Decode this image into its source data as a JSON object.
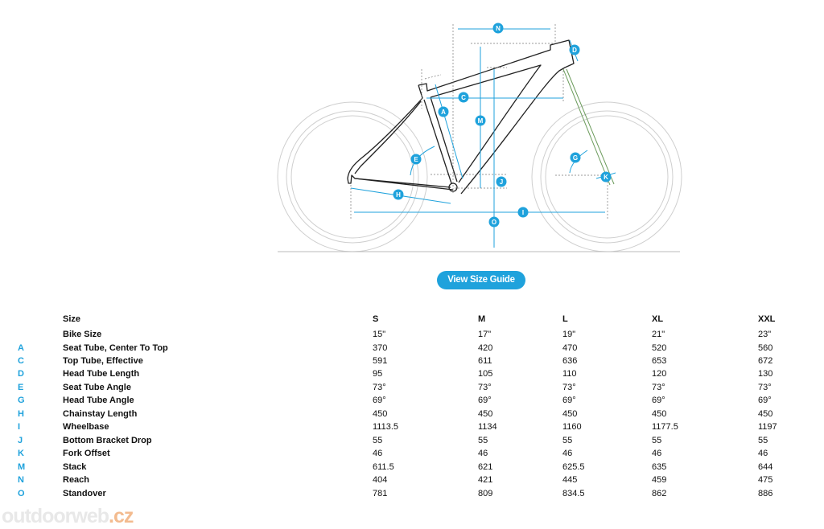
{
  "diagram": {
    "accent_color": "#1fa2dc",
    "markers": [
      "N",
      "D",
      "C",
      "A",
      "M",
      "E",
      "J",
      "H",
      "I",
      "O",
      "G",
      "K"
    ]
  },
  "button": {
    "label": "View Size Guide"
  },
  "table": {
    "header": {
      "label": "Size",
      "sizes": [
        "S",
        "M",
        "L",
        "XL",
        "XXL"
      ]
    },
    "rows": [
      {
        "letter": "",
        "label": "Bike Size",
        "values": [
          "15\"",
          "17\"",
          "19\"",
          "21\"",
          "23\""
        ]
      },
      {
        "letter": "A",
        "label": "Seat Tube, Center To Top",
        "values": [
          "370",
          "420",
          "470",
          "520",
          "560"
        ]
      },
      {
        "letter": "C",
        "label": "Top Tube, Effective",
        "values": [
          "591",
          "611",
          "636",
          "653",
          "672"
        ]
      },
      {
        "letter": "D",
        "label": "Head Tube Length",
        "values": [
          "95",
          "105",
          "110",
          "120",
          "130"
        ]
      },
      {
        "letter": "E",
        "label": "Seat Tube Angle",
        "values": [
          "73°",
          "73°",
          "73°",
          "73°",
          "73°"
        ]
      },
      {
        "letter": "G",
        "label": "Head Tube Angle",
        "values": [
          "69°",
          "69°",
          "69°",
          "69°",
          "69°"
        ]
      },
      {
        "letter": "H",
        "label": "Chainstay Length",
        "values": [
          "450",
          "450",
          "450",
          "450",
          "450"
        ]
      },
      {
        "letter": "I",
        "label": "Wheelbase",
        "values": [
          "1113.5",
          "1134",
          "1160",
          "1177.5",
          "1197"
        ]
      },
      {
        "letter": "J",
        "label": "Bottom Bracket Drop",
        "values": [
          "55",
          "55",
          "55",
          "55",
          "55"
        ]
      },
      {
        "letter": "K",
        "label": "Fork Offset",
        "values": [
          "46",
          "46",
          "46",
          "46",
          "46"
        ]
      },
      {
        "letter": "M",
        "label": "Stack",
        "values": [
          "611.5",
          "621",
          "625.5",
          "635",
          "644"
        ]
      },
      {
        "letter": "N",
        "label": "Reach",
        "values": [
          "404",
          "421",
          "445",
          "459",
          "475"
        ]
      },
      {
        "letter": "O",
        "label": "Standover",
        "values": [
          "781",
          "809",
          "834.5",
          "862",
          "886"
        ]
      }
    ]
  },
  "watermark": {
    "main": "outdoorweb",
    "suffix": ".cz"
  }
}
